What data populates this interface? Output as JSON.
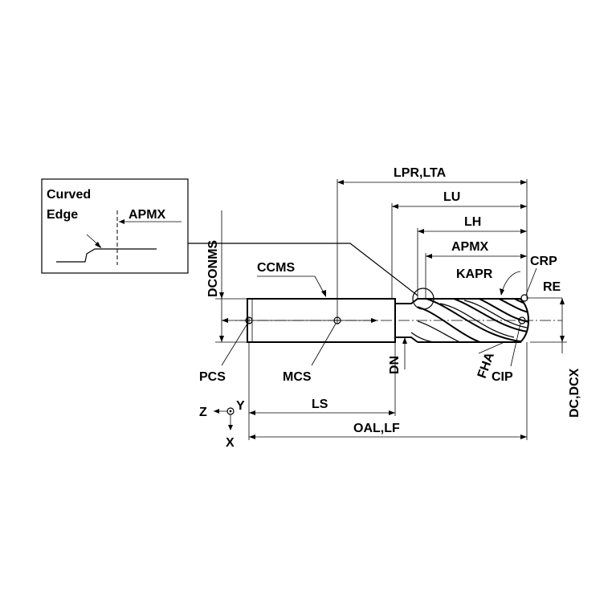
{
  "inset": {
    "title_line1": "Curved",
    "title_line2": "Edge",
    "apmx": "APMX"
  },
  "labels": {
    "lpr_lta": "LPR,LTA",
    "lu": "LU",
    "lh": "LH",
    "apmx": "APMX",
    "kapr": "KAPR",
    "crp": "CRP",
    "re": "RE",
    "dconms": "DCONMS",
    "ccms": "CCMS",
    "pcs": "PCS",
    "mcs": "MCS",
    "dn": "DN",
    "fha": "FHA",
    "cip": "CIP",
    "dc_dcx": "DC,DCX",
    "ls": "LS",
    "oal_lf": "OAL,LF"
  },
  "axes": {
    "z": "Z",
    "y": "Y",
    "x": "X"
  }
}
